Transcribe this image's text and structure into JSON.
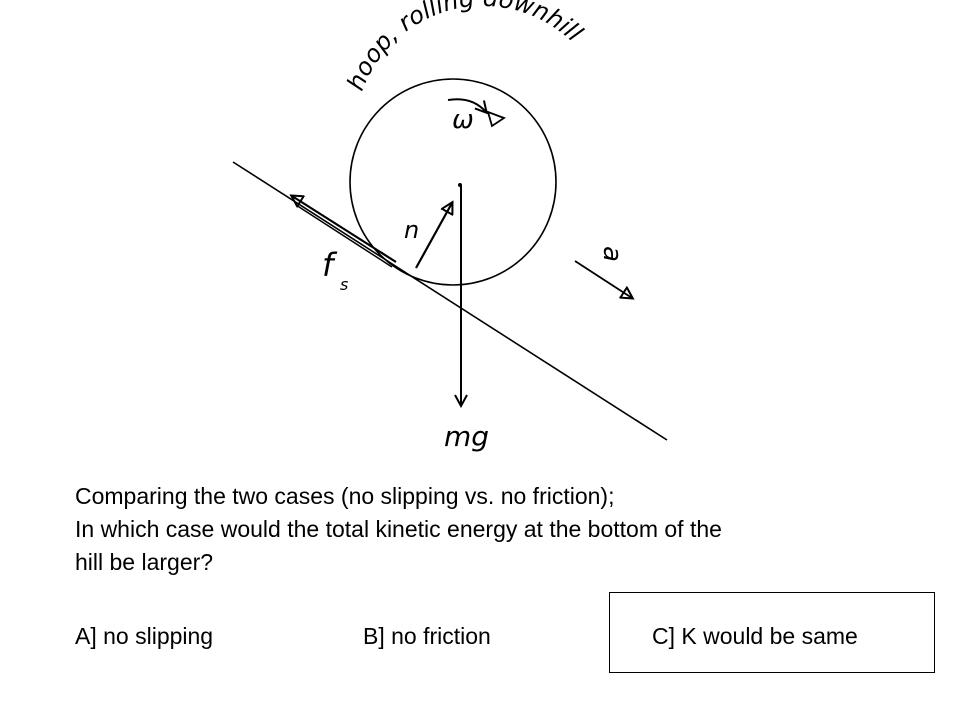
{
  "diagram": {
    "title_handwritten": "hoop, rolling downhill",
    "labels": {
      "omega": "ω",
      "normal": "n",
      "friction": "f",
      "friction_sub": "s",
      "acceleration": "a",
      "weight": "mg"
    }
  },
  "question": {
    "line1": "Comparing the two cases (no slipping vs. no friction);",
    "line2": "In which case would the total kinetic energy at the bottom of the",
    "line3": "hill be larger?"
  },
  "choices": {
    "a": "A] no slipping",
    "b": "B] no friction",
    "c": "C] K would be same"
  }
}
